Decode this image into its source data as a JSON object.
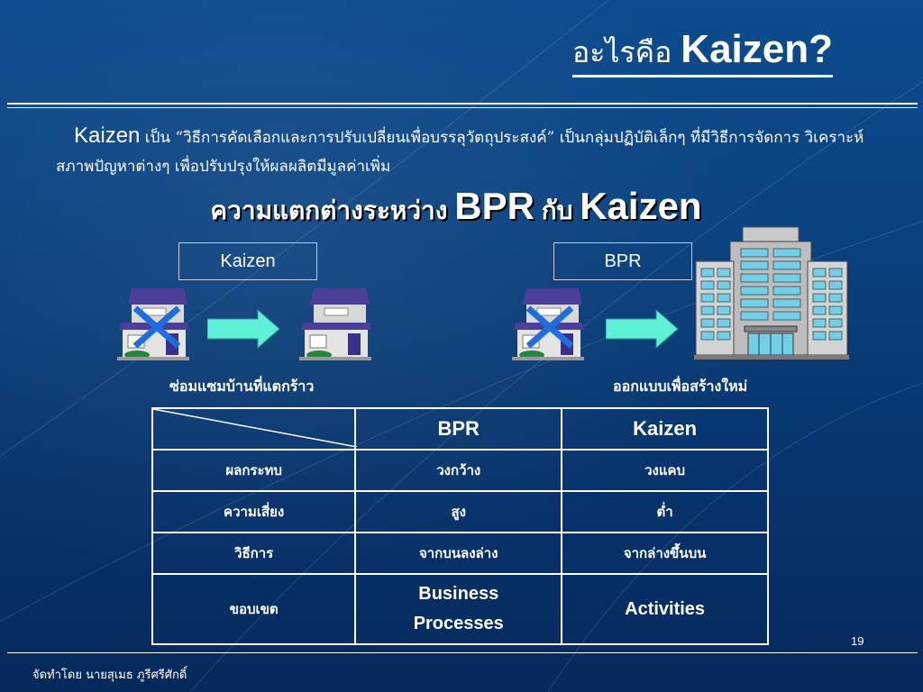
{
  "slide": {
    "title_thai": "อะไรคือ",
    "title_en": "Kaizen?",
    "definition": {
      "term": "Kaizen",
      "text": " เป็น “วิธีการคัดเลือกและการปรับเปลี่ยนเพื่อบรรลุวัตถุประสงค์” เป็นกลุ่มปฏิบัติเล็กๆ ที่มีวิธีการจัดการ วิเคราะห์สภาพปัญหาต่างๆ เพื่อปรับปรุงให้ผลผลิตมีมูลค่าเพิ่ม"
    },
    "subtitle": {
      "part1": "ความแตกต่างระหว่าง ",
      "bpr": "BPR",
      "part2": " กับ ",
      "kaizen": "Kaizen"
    },
    "diagram": {
      "left_label": "Kaizen",
      "right_label": "BPR",
      "left_caption": "ซ่อมแซมบ้านที่แตกร้าว",
      "right_caption": "ออกแบบเพื่อสร้างใหม่"
    },
    "table": {
      "headers": [
        "",
        "BPR",
        "Kaizen"
      ],
      "rows": [
        [
          "ผลกระทบ",
          "วงกว้าง",
          "วงแคบ"
        ],
        [
          "ความเสี่ยง",
          "สูง",
          "ต่ำ"
        ],
        [
          "วิธีการ",
          "จากบนลงล่าง",
          "จากล่างขึ้นบน"
        ],
        [
          "ขอบเขต",
          "Business Processes",
          "Activities"
        ]
      ]
    },
    "page_number": "19",
    "footer": "จัดทำโดย นายสุเมธ ภูรีศรีศักดิ์"
  },
  "colors": {
    "background_top": "#0d4c8f",
    "background_bottom": "#052a5c",
    "arrow": "#5ff0d8",
    "house_roof": "#4b3f9a",
    "house_wall": "#d8d8d8",
    "cross": "#1e6ee0"
  },
  "icons": [
    "house-icon",
    "cross-mark-icon",
    "arrow-right-icon",
    "building-icon"
  ]
}
